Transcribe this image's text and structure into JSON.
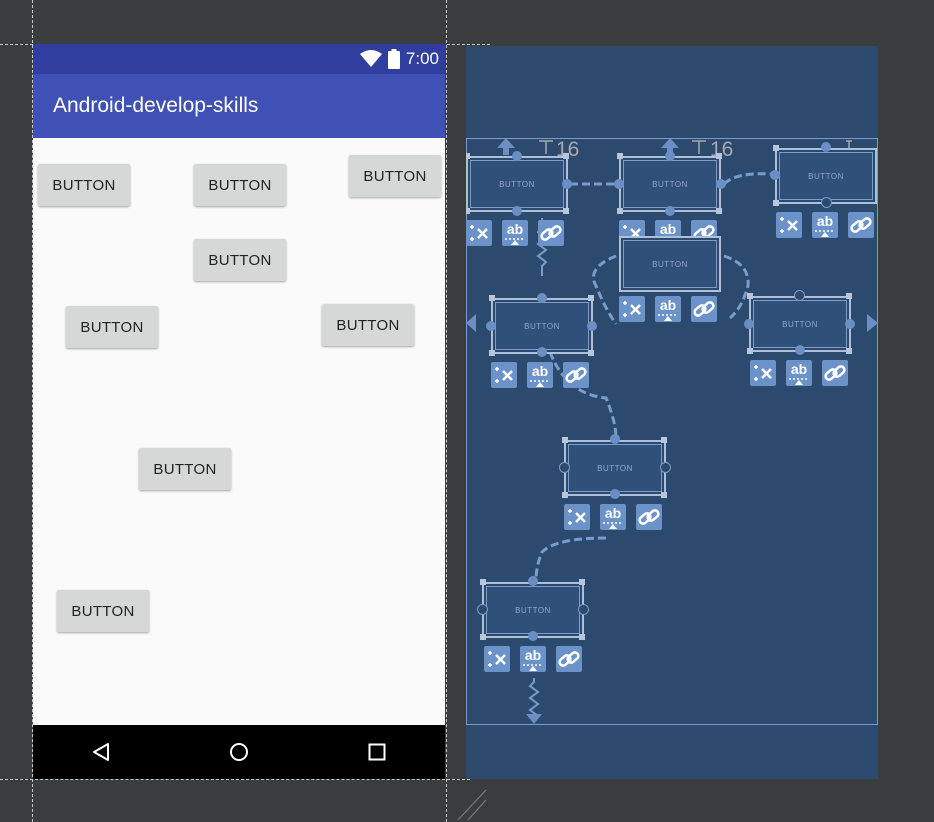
{
  "device": {
    "status_bar": {
      "time": "7:00",
      "icons": [
        "wifi-icon",
        "battery-icon"
      ]
    },
    "app_bar": {
      "title": "Android-develop-skills"
    },
    "buttons": [
      {
        "label": "BUTTON"
      },
      {
        "label": "BUTTON"
      },
      {
        "label": "BUTTON"
      },
      {
        "label": "BUTTON"
      },
      {
        "label": "BUTTON"
      },
      {
        "label": "BUTTON"
      },
      {
        "label": "BUTTON"
      },
      {
        "label": "BUTTON"
      }
    ],
    "nav_bar": {
      "icons": [
        "back-icon",
        "home-icon",
        "recents-icon"
      ]
    }
  },
  "blueprint": {
    "widget_label": "BUTTON",
    "margin_labels": [
      "16",
      "16"
    ],
    "tool_icons": [
      "clear-constraints-icon",
      "baseline-icon",
      "chain-icon"
    ],
    "baseline_text": "ab"
  },
  "colors": {
    "canvas": "#3b3c3e",
    "status_bar": "#303f9f",
    "app_bar": "#3f51b5",
    "blueprint_bg": "#2c4a6e",
    "blueprint_accent": "#6c93c9"
  }
}
